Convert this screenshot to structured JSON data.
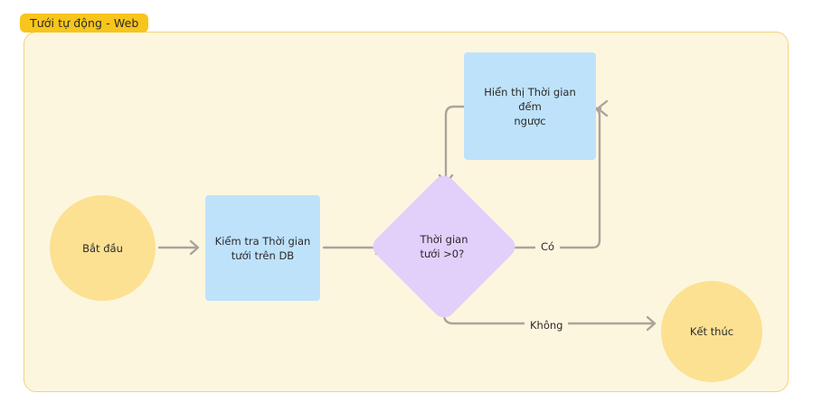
{
  "diagram": {
    "title": "Tưới tự động - Web",
    "type": "flowchart",
    "colors": {
      "badge_bg": "#f7c51c",
      "frame_bg": "#fdf6df",
      "frame_border": "#f3d278",
      "terminator_fill": "#fce193",
      "process_fill": "#bfe2fb",
      "decision_fill": "#e2cffa",
      "connector": "#a9a49c",
      "text": "#2a2a2a"
    },
    "nodes": [
      {
        "id": "start",
        "shape": "circle",
        "label": "Bắt đầu"
      },
      {
        "id": "check",
        "shape": "rectangle",
        "label": "Kiểm tra Thời gian\ntưới trên DB"
      },
      {
        "id": "decision",
        "shape": "diamond",
        "label": "Thời gian\ntưới >0?"
      },
      {
        "id": "display",
        "shape": "rectangle",
        "label": "Hiển thị Thời gian đếm\nngược"
      },
      {
        "id": "end",
        "shape": "circle",
        "label": "Kết thúc"
      }
    ],
    "edges": [
      {
        "from": "start",
        "to": "check",
        "label": ""
      },
      {
        "from": "check",
        "to": "decision",
        "label": ""
      },
      {
        "from": "decision",
        "to": "display",
        "label": "Có"
      },
      {
        "from": "display",
        "to": "decision",
        "label": ""
      },
      {
        "from": "decision",
        "to": "end",
        "label": "Không"
      }
    ],
    "edge_labels": {
      "yes": "Có",
      "no": "Không"
    }
  }
}
